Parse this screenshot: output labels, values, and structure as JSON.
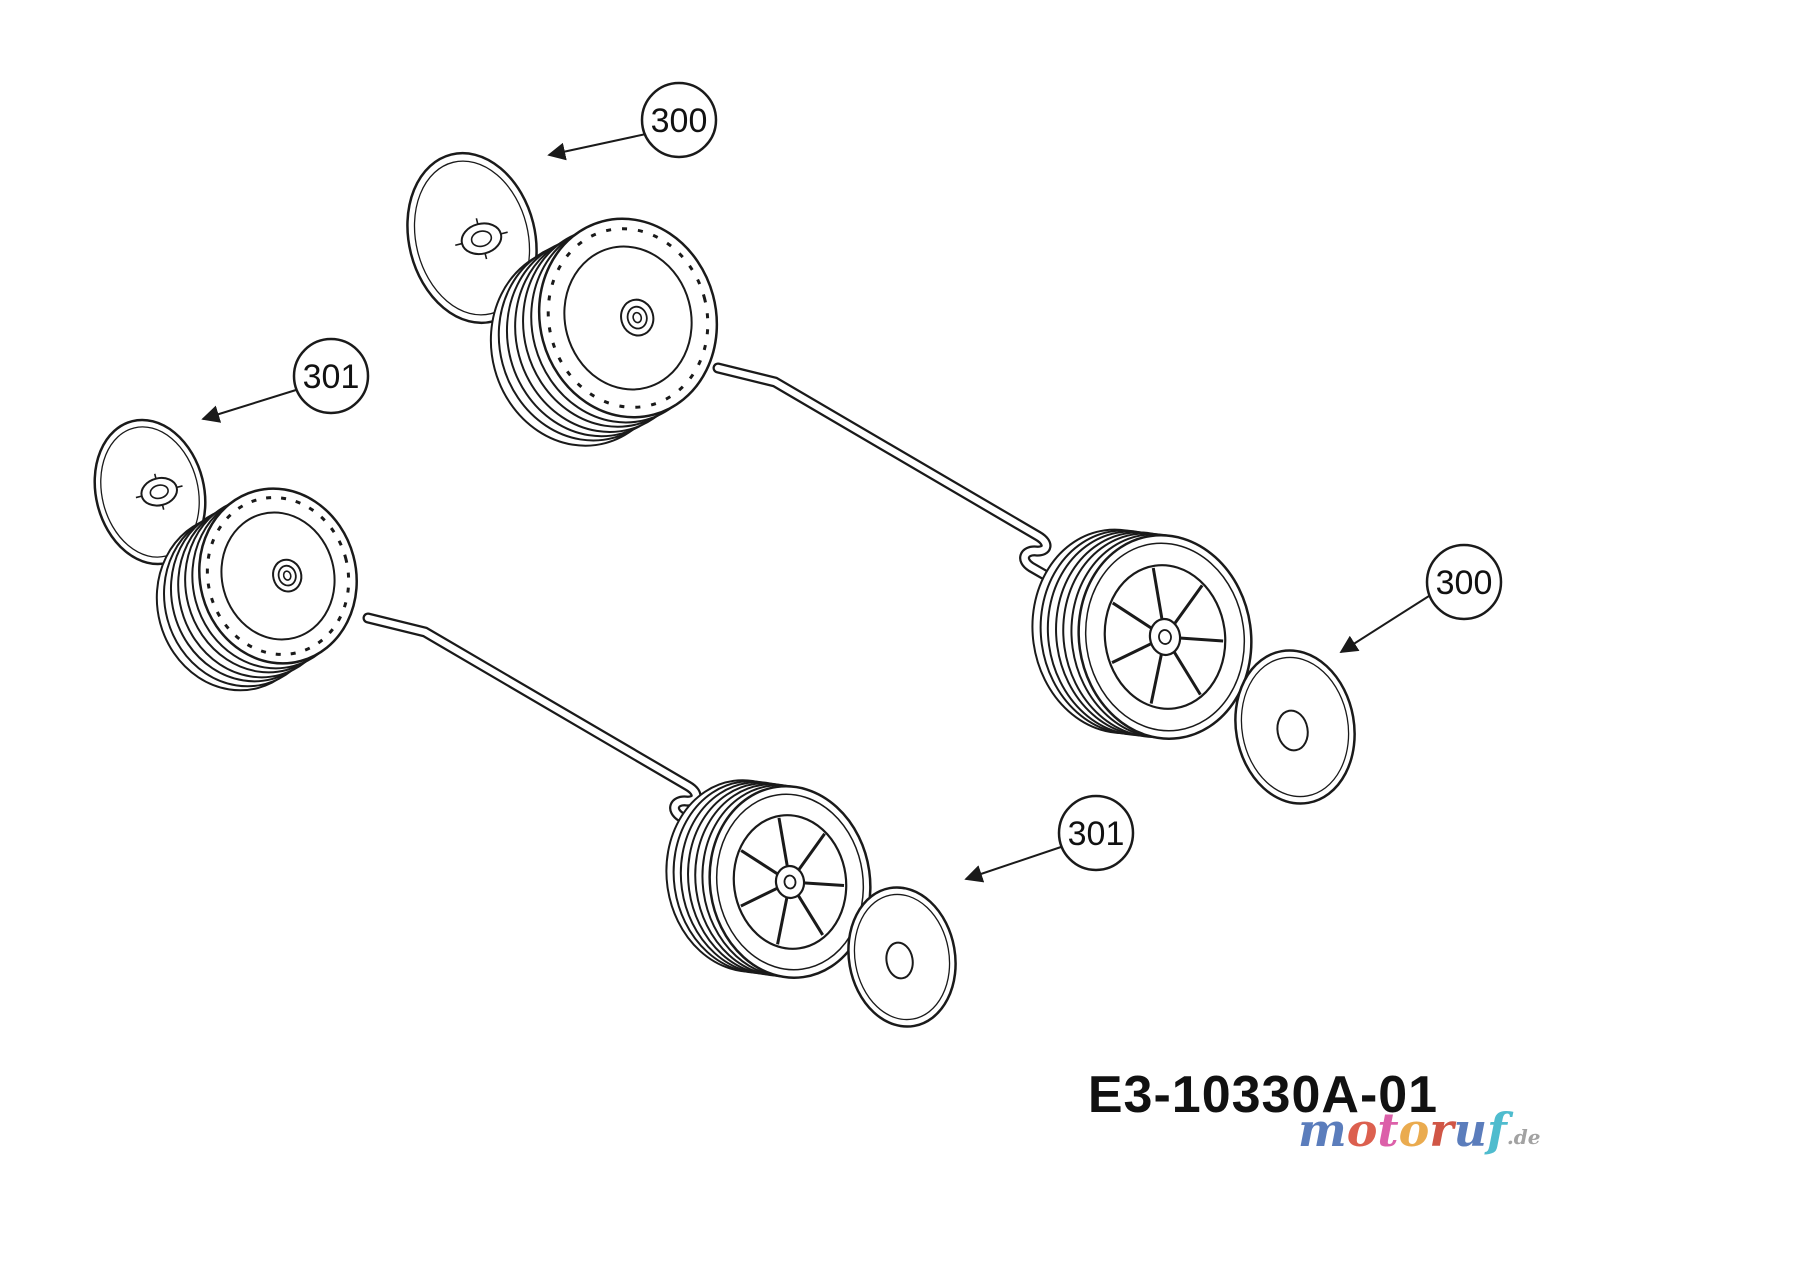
{
  "callouts": [
    {
      "label": "300"
    },
    {
      "label": "301"
    },
    {
      "label": "300"
    },
    {
      "label": "301"
    }
  ],
  "diagram_code": "E3-10330A-01",
  "watermark": {
    "letters": [
      {
        "char": "m",
        "color": "#4a6fb5"
      },
      {
        "char": "o",
        "color": "#d94f3d"
      },
      {
        "char": "t",
        "color": "#d94fa0"
      },
      {
        "char": "o",
        "color": "#e8a33d"
      },
      {
        "char": "r",
        "color": "#cc4433"
      },
      {
        "char": "u",
        "color": "#4a6fb5"
      },
      {
        "char": "f",
        "color": "#3db5c9"
      }
    ],
    "suffix": ".de",
    "suffix_color": "#999999"
  }
}
